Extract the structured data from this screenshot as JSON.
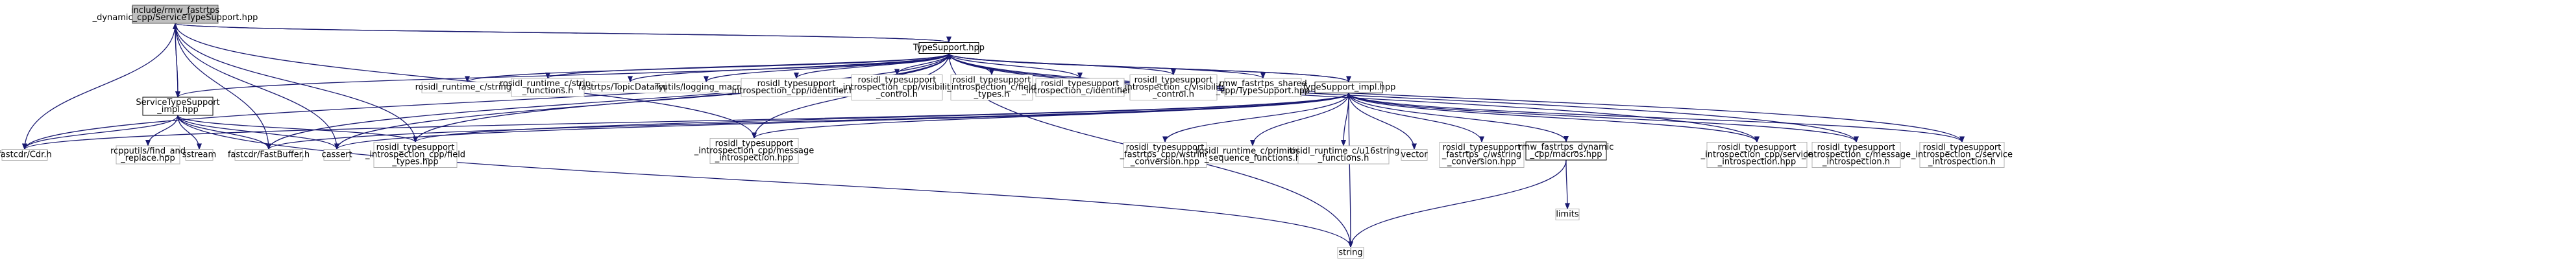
{
  "nodes": [
    {
      "id": "n0",
      "lines": [
        "include/rmw_fastrtps",
        "_dynamic_cpp/ServiceTypeSupport.hpp"
      ],
      "style": "focus"
    },
    {
      "id": "n1",
      "lines": [
        "TypeSupport.hpp"
      ],
      "style": "bold"
    },
    {
      "id": "n2",
      "lines": [
        "ServiceTypeSupport",
        "_impl.hpp"
      ],
      "style": "bold"
    },
    {
      "id": "n3",
      "lines": [
        "fastcdr/Cdr.h"
      ],
      "style": "normal"
    },
    {
      "id": "n4",
      "lines": [
        "fastcdr/FastBuffer.h"
      ],
      "style": "normal"
    },
    {
      "id": "n5",
      "lines": [
        "cassert"
      ],
      "style": "normal"
    },
    {
      "id": "n6",
      "lines": [
        "rosidl_typesupport",
        "_introspection_cpp/field",
        "_types.hpp"
      ],
      "style": "normal"
    },
    {
      "id": "n7",
      "lines": [
        "rosidl_typesupport",
        "_introspection_cpp/message",
        "_introspection.hpp"
      ],
      "style": "normal"
    },
    {
      "id": "n8",
      "lines": [
        "string"
      ],
      "style": "normal"
    },
    {
      "id": "n9",
      "lines": [
        "rosidl_runtime_c/string.h"
      ],
      "style": "normal"
    },
    {
      "id": "n10",
      "lines": [
        "rosidl_runtime_c/string",
        "_functions.h"
      ],
      "style": "normal"
    },
    {
      "id": "n11",
      "lines": [
        "fastrtps/TopicDataType.h"
      ],
      "style": "normal"
    },
    {
      "id": "n12",
      "lines": [
        "rcutils/logging_macros.h"
      ],
      "style": "normal"
    },
    {
      "id": "n13",
      "lines": [
        "rosidl_typesupport",
        "_introspection_cpp/identifier.hpp"
      ],
      "style": "normal"
    },
    {
      "id": "n14",
      "lines": [
        "rosidl_typesupport",
        "_introspection_cpp/visibility",
        "_control.h"
      ],
      "style": "normal"
    },
    {
      "id": "n15",
      "lines": [
        "rosidl_typesupport",
        "_introspection_c/field",
        "_types.h"
      ],
      "style": "normal"
    },
    {
      "id": "n16",
      "lines": [
        "rosidl_typesupport",
        "_introspection_c/identifier.h"
      ],
      "style": "normal"
    },
    {
      "id": "n17",
      "lines": [
        "rosidl_typesupport",
        "_introspection_c/visibility",
        "_control.h"
      ],
      "style": "normal"
    },
    {
      "id": "n18",
      "lines": [
        "rmw_fastrtps_shared",
        "_cpp/TypeSupport.hpp"
      ],
      "style": "normal"
    },
    {
      "id": "n19",
      "lines": [
        "TypeSupport_impl.hpp"
      ],
      "style": "bold"
    },
    {
      "id": "n20",
      "lines": [
        "rosidl_typesupport",
        "_introspection_cpp/service",
        "_introspection.hpp"
      ],
      "style": "normal"
    },
    {
      "id": "n21",
      "lines": [
        "rosidl_typesupport",
        "_introspection_c/message",
        "_introspection.h"
      ],
      "style": "normal"
    },
    {
      "id": "n22",
      "lines": [
        "rosidl_typesupport",
        "_introspection_c/service",
        "_introspection.h"
      ],
      "style": "normal"
    },
    {
      "id": "n23",
      "lines": [
        "rcpputils/find_and",
        "_replace.hpp"
      ],
      "style": "normal"
    },
    {
      "id": "n24",
      "lines": [
        "sstream"
      ],
      "style": "normal"
    },
    {
      "id": "n25",
      "lines": [
        "rosidl_typesupport",
        "_fastrtps_cpp/wstring",
        "_conversion.hpp"
      ],
      "style": "normal"
    },
    {
      "id": "n26",
      "lines": [
        "rosidl_runtime_c/primitives",
        "_sequence_functions.h"
      ],
      "style": "normal"
    },
    {
      "id": "n27",
      "lines": [
        "rosidl_runtime_c/u16string",
        "_functions.h"
      ],
      "style": "normal"
    },
    {
      "id": "n28",
      "lines": [
        "vector"
      ],
      "style": "normal"
    },
    {
      "id": "n29",
      "lines": [
        "rosidl_typesupport",
        "_fastrtps_c/wstring",
        "_conversion.hpp"
      ],
      "style": "normal"
    },
    {
      "id": "n30",
      "lines": [
        "rmw_fastrtps_dynamic",
        "_cpp/macros.hpp"
      ],
      "style": "bold"
    },
    {
      "id": "n31",
      "lines": [
        "limits"
      ],
      "style": "normal"
    }
  ],
  "edges": [
    [
      "n0",
      "n1"
    ],
    [
      "n0",
      "n2"
    ],
    [
      "n0",
      "n3"
    ],
    [
      "n0",
      "n4"
    ],
    [
      "n0",
      "n5"
    ],
    [
      "n0",
      "n6"
    ],
    [
      "n0",
      "n7"
    ],
    [
      "n1",
      "n0"
    ],
    [
      "n1",
      "n2"
    ],
    [
      "n1",
      "n3"
    ],
    [
      "n1",
      "n4"
    ],
    [
      "n1",
      "n5"
    ],
    [
      "n1",
      "n6"
    ],
    [
      "n1",
      "n7"
    ],
    [
      "n1",
      "n8"
    ],
    [
      "n1",
      "n9"
    ],
    [
      "n1",
      "n10"
    ],
    [
      "n1",
      "n11"
    ],
    [
      "n1",
      "n12"
    ],
    [
      "n1",
      "n13"
    ],
    [
      "n1",
      "n14"
    ],
    [
      "n1",
      "n15"
    ],
    [
      "n1",
      "n16"
    ],
    [
      "n1",
      "n17"
    ],
    [
      "n1",
      "n18"
    ],
    [
      "n1",
      "n19"
    ],
    [
      "n1",
      "n20"
    ],
    [
      "n1",
      "n21"
    ],
    [
      "n1",
      "n22"
    ],
    [
      "n2",
      "n0"
    ],
    [
      "n2",
      "n3"
    ],
    [
      "n2",
      "n4"
    ],
    [
      "n2",
      "n5"
    ],
    [
      "n2",
      "n6"
    ],
    [
      "n2",
      "n8"
    ],
    [
      "n2",
      "n23"
    ],
    [
      "n2",
      "n24"
    ],
    [
      "n19",
      "n1"
    ],
    [
      "n19",
      "n3"
    ],
    [
      "n19",
      "n4"
    ],
    [
      "n19",
      "n5"
    ],
    [
      "n19",
      "n6"
    ],
    [
      "n19",
      "n7"
    ],
    [
      "n19",
      "n8"
    ],
    [
      "n19",
      "n20"
    ],
    [
      "n19",
      "n21"
    ],
    [
      "n19",
      "n22"
    ],
    [
      "n19",
      "n25"
    ],
    [
      "n19",
      "n26"
    ],
    [
      "n19",
      "n27"
    ],
    [
      "n19",
      "n28"
    ],
    [
      "n19",
      "n29"
    ],
    [
      "n19",
      "n30"
    ],
    [
      "n30",
      "n8"
    ],
    [
      "n30",
      "n31"
    ]
  ]
}
